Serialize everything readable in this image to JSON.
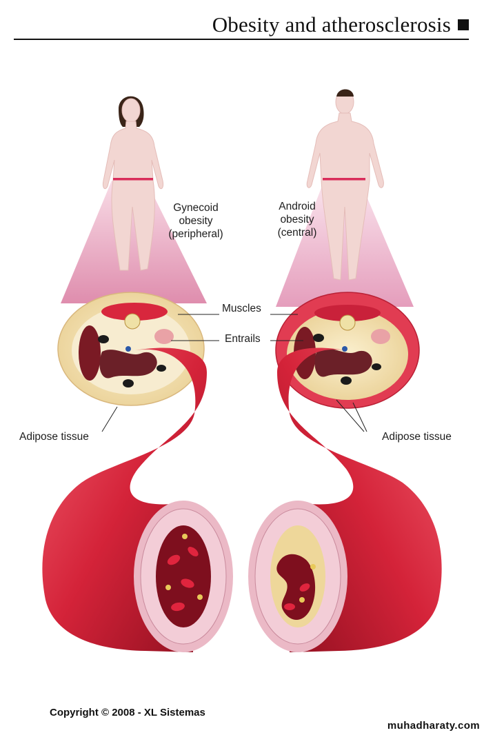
{
  "header": {
    "title": "Obesity and atherosclerosis"
  },
  "labels": {
    "gynecoid": [
      "Gynecoid",
      "obesity",
      "(peripheral)"
    ],
    "android": [
      "Android",
      "obesity",
      "(central)"
    ],
    "muscles": "Muscles",
    "entrails": "Entrails",
    "adipose_left": "Adipose tissue",
    "adipose_right": "Adipose tissue"
  },
  "footer": {
    "copyright": "Copyright © 2008 - XL Sistemas",
    "watermark": "muhadharaty.com"
  },
  "colors": {
    "artery_red": "#d6263f",
    "skin": "#f4dedd",
    "fat": "#f1dcae",
    "muscle": "#e03a4f",
    "wall": "#f2c7d3"
  }
}
